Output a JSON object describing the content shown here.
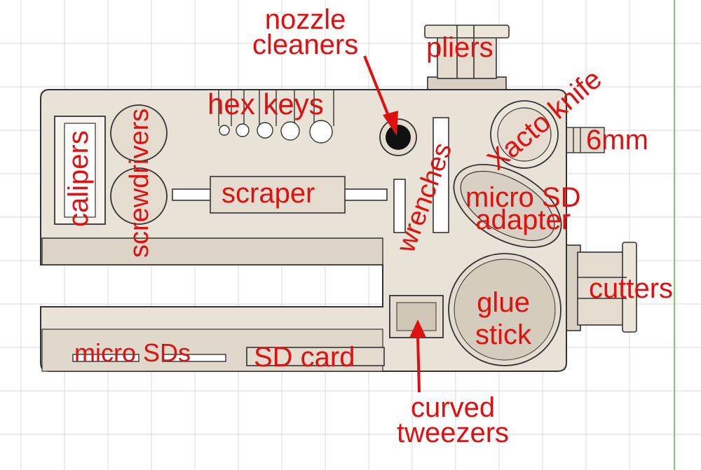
{
  "labels": {
    "nozzle_cleaners": [
      "nozzle",
      "cleaners"
    ],
    "pliers": "pliers",
    "xacto_knife": "Xacto knife",
    "hex_keys": "hex keys",
    "calipers": "calipers",
    "screwdrivers": "screwdrivers",
    "scraper": "scraper",
    "wrenches": "wrenches",
    "six_mm": "6mm",
    "micro_sd_adapter": [
      "micro SD",
      "adapter"
    ],
    "cutters": "cutters",
    "glue_stick": [
      "glue",
      "stick"
    ],
    "micro_sds": "micro SDs",
    "sd_card": "SD card",
    "curved_tweezers": [
      "curved",
      "tweezers"
    ]
  },
  "colors": {
    "label": "#e01010",
    "part_fill": "#e9e2d6",
    "part_stroke": "#333333",
    "grid_line": "#d9d9d9",
    "grid_edge": "#6fd26f",
    "arrow": "#e01010"
  }
}
